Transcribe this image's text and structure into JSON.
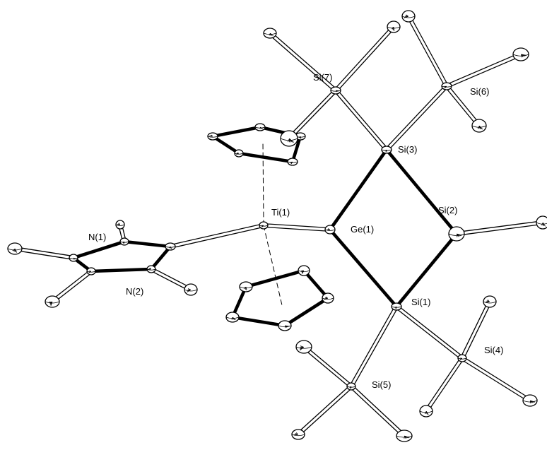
{
  "figure": {
    "labels": {
      "si7": "Si(7)",
      "si6": "Si(6)",
      "si3": "Si(3)",
      "ti1": "Ti(1)",
      "ge1": "Ge(1)",
      "si2": "Si(2)",
      "n1": "N(1)",
      "n2": "N(2)",
      "si1": "Si(1)",
      "si4": "Si(4)",
      "si5": "Si(5)"
    },
    "colors": {
      "ink": "#000000",
      "paper": "#ffffff"
    }
  }
}
